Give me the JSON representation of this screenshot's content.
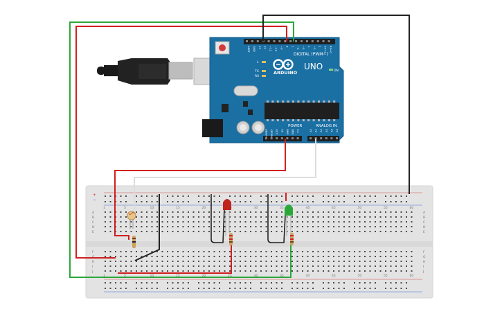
{
  "board": {
    "left_labels": [
      "AREF",
      "GND",
      "13",
      "12",
      "~11",
      "~10",
      "~9",
      "8",
      "7",
      "~6",
      "~5",
      "4",
      "~3",
      "2",
      "TX→1",
      "RX←0"
    ],
    "brand": "ARDUINO",
    "model": "UNO",
    "on_label": "ON",
    "l_label": "L",
    "tx_label": "TX",
    "rx_label": "RX",
    "digital_label": "DIGITAL (PWM~)",
    "power_label": "POWER",
    "analog_label": "ANALOG IN",
    "power_pins": [
      "IOREF",
      "RESET",
      "3.3V",
      "5V",
      "GND",
      "GND",
      "Vin"
    ],
    "analog_pins": [
      "A0",
      "A1",
      "A2",
      "A3",
      "A4",
      "A5"
    ]
  },
  "breadboard": {
    "col_numbers": [
      "1",
      "5",
      "10",
      "15",
      "20",
      "25",
      "30",
      "35",
      "40",
      "45",
      "50",
      "55",
      "60"
    ],
    "row_letters_top": [
      "A",
      "B",
      "C",
      "D",
      "E"
    ],
    "row_letters_bottom": [
      "F",
      "G",
      "H",
      "I",
      "J"
    ],
    "rail_plus": "+",
    "rail_minus": "−"
  },
  "components": {
    "led_red_color": "#c0241c",
    "led_green_color": "#2aa83a",
    "wire_red": "#d11f1f",
    "wire_green": "#2aa83a",
    "wire_black": "#222222",
    "wire_white": "#dddddd"
  }
}
